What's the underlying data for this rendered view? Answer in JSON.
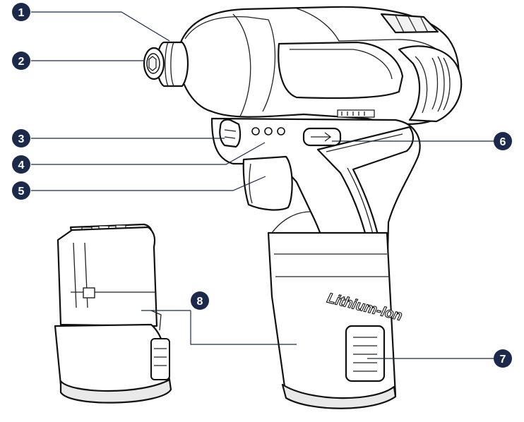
{
  "brand_text": "Lithium-Ion",
  "callouts": [
    {
      "number": "1",
      "part": "chuck-collar"
    },
    {
      "number": "2",
      "part": "hex-bit-socket"
    },
    {
      "number": "3",
      "part": "work-light"
    },
    {
      "number": "4",
      "part": "battery-indicator"
    },
    {
      "number": "5",
      "part": "trigger"
    },
    {
      "number": "6",
      "part": "direction-switch"
    },
    {
      "number": "7",
      "part": "battery-release-button"
    },
    {
      "number": "8",
      "part": "battery-pack"
    }
  ],
  "colors": {
    "accent": "#1b2a4a",
    "outline": "#111111",
    "body_fill": "#ffffff"
  }
}
